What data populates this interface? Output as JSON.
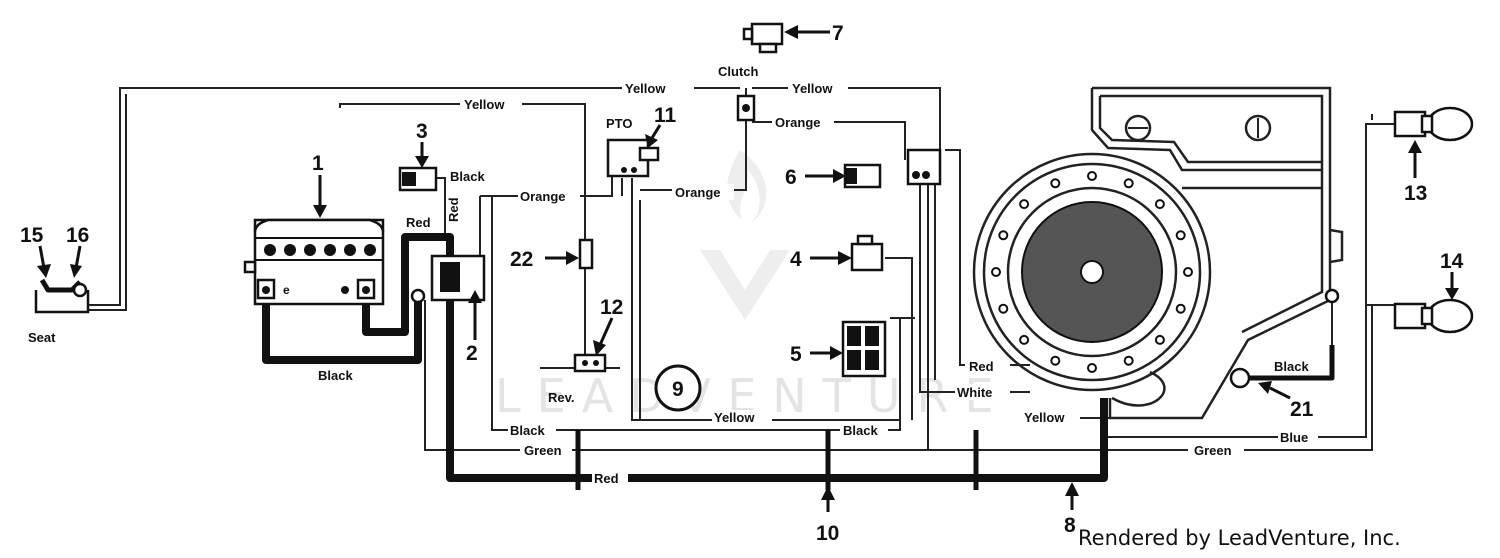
{
  "watermark": "LEADVENTURE",
  "credit": "Rendered by LeadVenture, Inc.",
  "callouts": {
    "n1": "1",
    "n2": "2",
    "n3": "3",
    "n4": "4",
    "n5": "5",
    "n6": "6",
    "n7": "7",
    "n8": "8",
    "n9": "9",
    "n10": "10",
    "n11": "11",
    "n12": "12",
    "n13": "13",
    "n14": "14",
    "n15": "15",
    "n16": "16",
    "n21": "21",
    "n22": "22"
  },
  "labels": {
    "seat": "Seat",
    "rev": "Rev.",
    "pto": "PTO",
    "clutch": "Clutch"
  },
  "wire_labels": {
    "yellow_top_left": "Yellow",
    "yellow_top_right": "Yellow",
    "yellow_mid": "Yellow",
    "yellow_bottom": "Yellow",
    "yellow_bottom_right": "Yellow",
    "orange_left": "Orange",
    "orange_center": "Orange",
    "orange_top": "Orange",
    "black_top": "Black",
    "black_battery": "Black",
    "black_bottom_left": "Black",
    "black_bottom_mid": "Black",
    "black_ground": "Black",
    "red_top": "Red",
    "red_vertical": "Red",
    "red_bottom": "Red",
    "red_engine": "Red",
    "green_left": "Green",
    "green_right": "Green",
    "white": "White",
    "blue": "Blue"
  }
}
